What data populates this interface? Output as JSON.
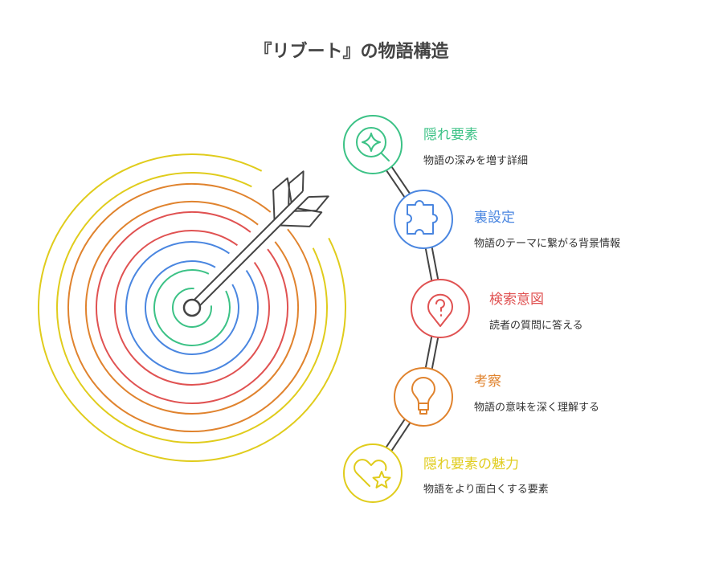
{
  "title": "『リブート』の物語構造",
  "colors": {
    "green": "#3cc286",
    "blue": "#4a86e0",
    "red": "#e05252",
    "orange": "#e0832e",
    "yellow": "#e0cc1c",
    "dark": "#444444"
  },
  "items": [
    {
      "label": "隠れ要素",
      "description": "物語の深みを増す詳細",
      "color": "#3cc286",
      "icon": "magnifier-sparkle-icon"
    },
    {
      "label": "裏設定",
      "description": "物語のテーマに繋がる背景情報",
      "color": "#4a86e0",
      "icon": "puzzle-icon"
    },
    {
      "label": "検索意図",
      "description": "読者の質問に答える",
      "color": "#e05252",
      "icon": "location-question-icon"
    },
    {
      "label": "考察",
      "description": "物語の意味を深く理解する",
      "color": "#e0832e",
      "icon": "lightbulb-icon"
    },
    {
      "label": "隠れ要素の魅力",
      "description": "物語をより面白くする要素",
      "color": "#e0cc1c",
      "icon": "heart-star-icon"
    }
  ]
}
